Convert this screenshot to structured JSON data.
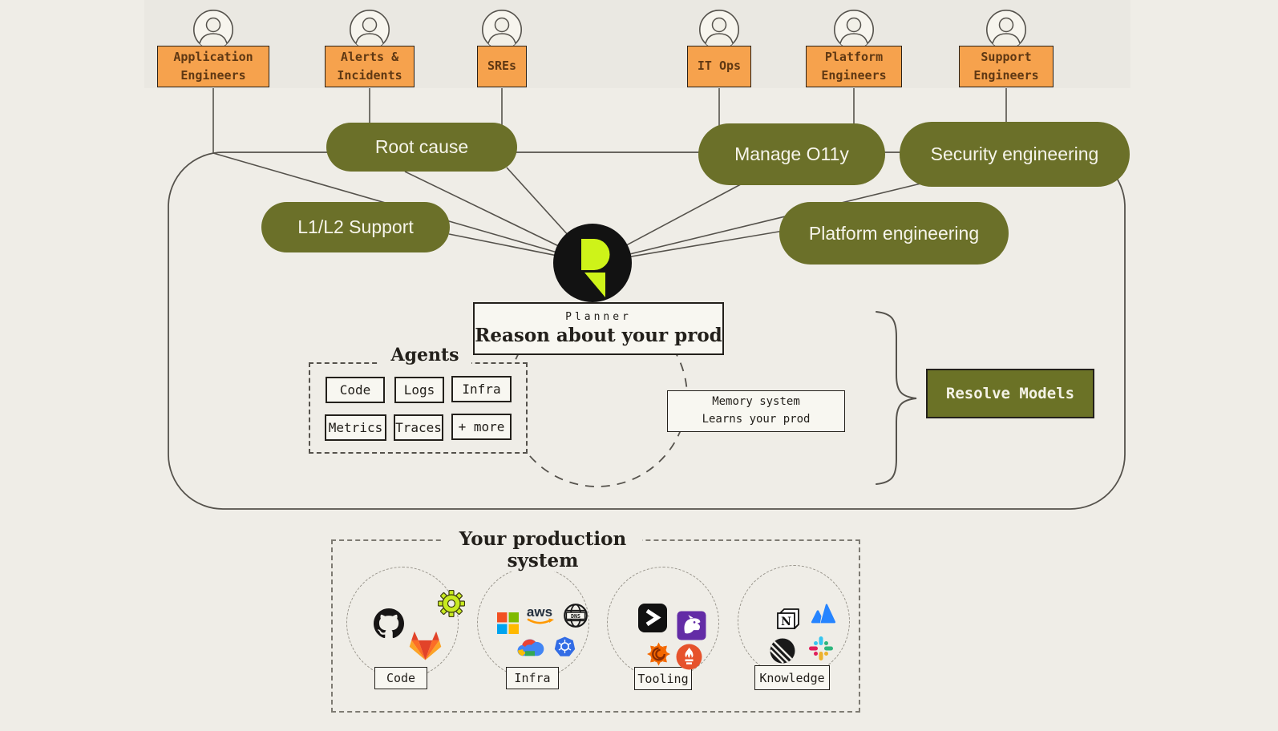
{
  "colors": {
    "background": "#EFEDE7",
    "persona_orange": "#F6A24D",
    "pill_olive": "#6B7029",
    "logo_lime": "#CEF319",
    "line_gray": "#55524C",
    "box_cream": "#F8F7F1",
    "ink": "#23201B"
  },
  "personas": [
    {
      "label": "Application Engineers"
    },
    {
      "label": "Alerts & Incidents"
    },
    {
      "label": "SREs"
    },
    {
      "label": "IT Ops"
    },
    {
      "label": "Platform Engineers"
    },
    {
      "label": "Support Engineers"
    }
  ],
  "use_cases": [
    {
      "label": "Root cause"
    },
    {
      "label": "L1/L2 Support"
    },
    {
      "label": "Manage O11y"
    },
    {
      "label": "Security engineering"
    },
    {
      "label": "Platform engineering"
    }
  ],
  "planner": {
    "kicker": "Planner",
    "title": "Reason about your prod"
  },
  "agents": {
    "title": "Agents",
    "items": [
      "Code",
      "Logs",
      "Infra",
      "Metrics",
      "Traces",
      "+ more"
    ]
  },
  "memory": {
    "line1": "Memory system",
    "line2": "Learns your prod"
  },
  "models": {
    "label": "Resolve Models"
  },
  "production": {
    "title": "Your production system",
    "groups": [
      {
        "label": "Code",
        "icons": [
          "github",
          "gitlab",
          "gear"
        ]
      },
      {
        "label": "Infra",
        "icons": [
          "microsoft",
          "aws",
          "dns",
          "google-cloud",
          "kubernetes"
        ]
      },
      {
        "label": "Tooling",
        "icons": [
          "splunk",
          "datadog",
          "grafana",
          "prometheus"
        ]
      },
      {
        "label": "Knowledge",
        "icons": [
          "notion",
          "atlassian",
          "linear",
          "slack"
        ]
      }
    ]
  }
}
